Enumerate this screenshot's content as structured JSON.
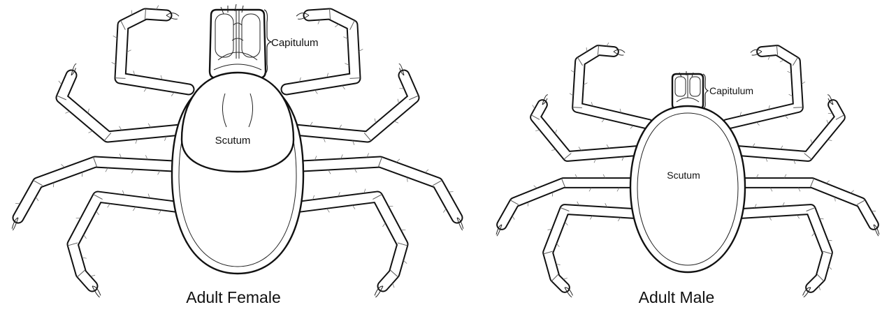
{
  "female": {
    "capitulum_label": "Capitulum",
    "scutum_label": "Scutum",
    "caption": "Adult Female"
  },
  "male": {
    "capitulum_label": "Capitulum",
    "scutum_label": "Scutum",
    "caption": "Adult Male"
  },
  "colors": {
    "line": "#111111",
    "background": "#ffffff"
  }
}
